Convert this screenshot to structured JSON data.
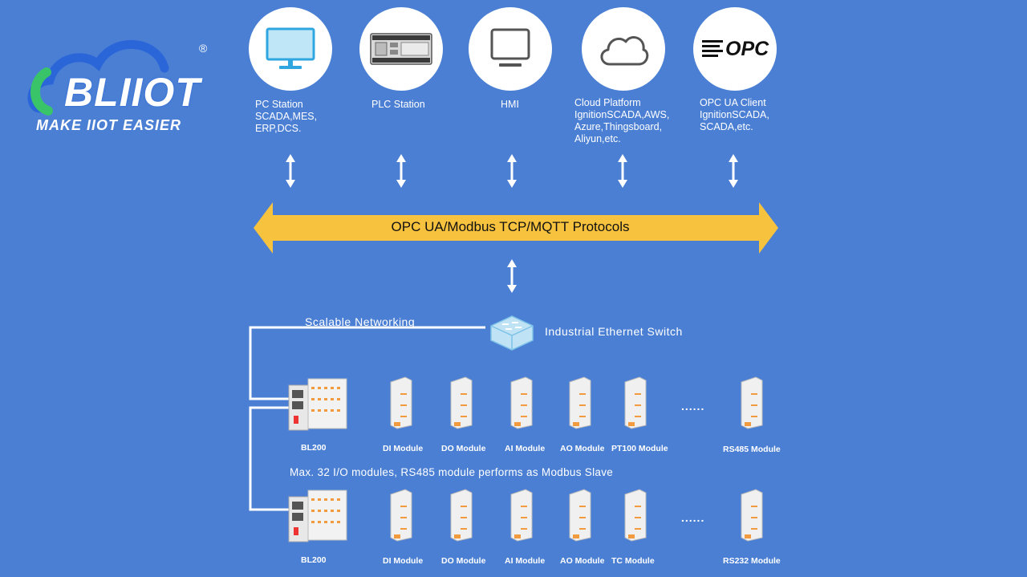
{
  "logo": {
    "name": "BLIIOT",
    "tagline": "MAKE IIOT EASIER",
    "registered": "®"
  },
  "top_nodes": [
    {
      "id": "pc",
      "icon": "monitor-icon",
      "label": "PC Station\nSCADA,MES,\nERP,DCS."
    },
    {
      "id": "plc",
      "icon": "plc-icon",
      "label": "PLC Station"
    },
    {
      "id": "hmi",
      "icon": "hmi-screen-icon",
      "label": "HMI"
    },
    {
      "id": "cloud",
      "icon": "cloud-icon",
      "label": "Cloud Platform\nIgnitionSCADA,AWS,\nAzure,Thingsboard,\nAliyun,etc."
    },
    {
      "id": "opcua",
      "icon": "opc-logo-icon",
      "logo_text": "OPC",
      "label": "OPC UA Client\nIgnitionSCADA,\nSCADA,etc."
    }
  ],
  "banner": {
    "label": "OPC UA/Modbus TCP/MQTT Protocols"
  },
  "network": {
    "label": "Scalable Networking",
    "switch_label": "Industrial Ethernet Switch"
  },
  "row1": {
    "controller": "BL200",
    "modules": [
      "DI Module",
      "DO Module",
      "AI Module",
      "AO Module",
      "PT100 Module"
    ],
    "ellipsis": "......",
    "last_module": "RS485 Module"
  },
  "note": "Max. 32 I/O modules, RS485 module performs as Modbus Slave",
  "row2": {
    "controller": "BL200",
    "modules": [
      "DI Module",
      "DO Module",
      "AI Module",
      "AO Module",
      "TC Module"
    ],
    "ellipsis": "......",
    "last_module": "RS232 Module"
  },
  "colors": {
    "background": "#4a7fd4",
    "banner": "#f7c23e",
    "logo_blue": "#2b66d8",
    "logo_green": "#39c46a"
  }
}
